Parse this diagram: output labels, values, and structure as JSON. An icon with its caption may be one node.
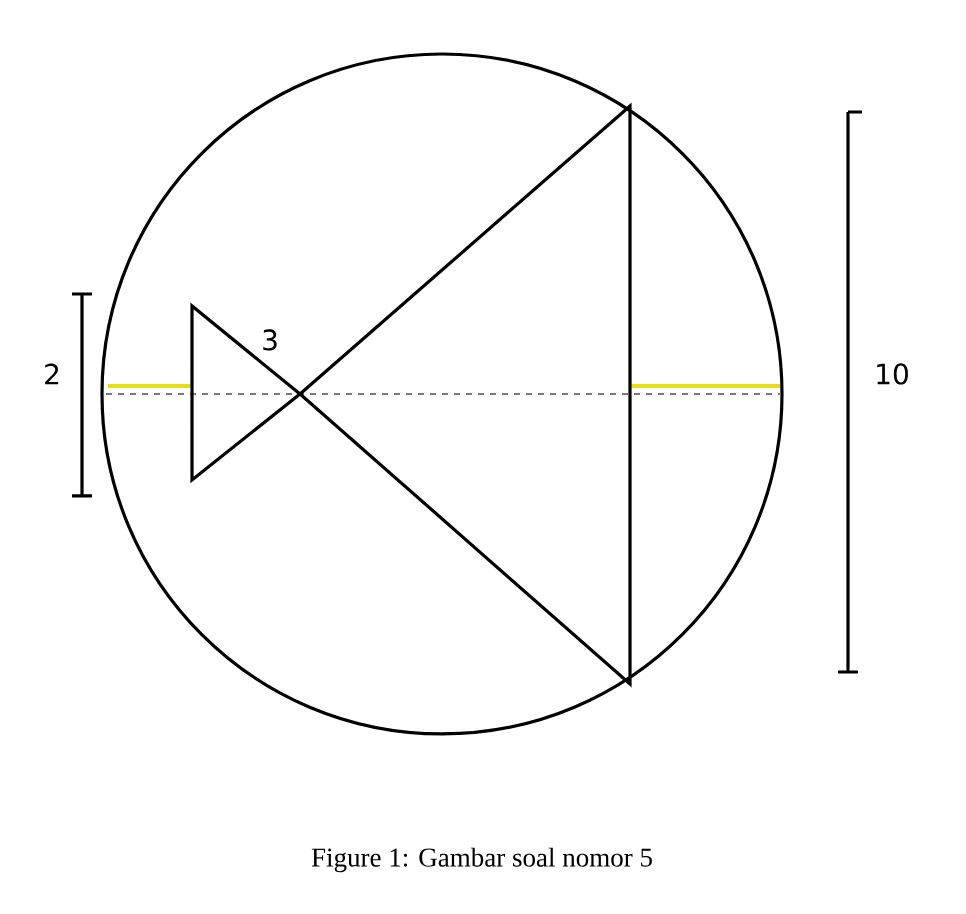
{
  "diagram": {
    "caption": "Figure 1: Gambar soal nomor 5",
    "labels": [
      "3",
      "2",
      "10"
    ]
  }
}
